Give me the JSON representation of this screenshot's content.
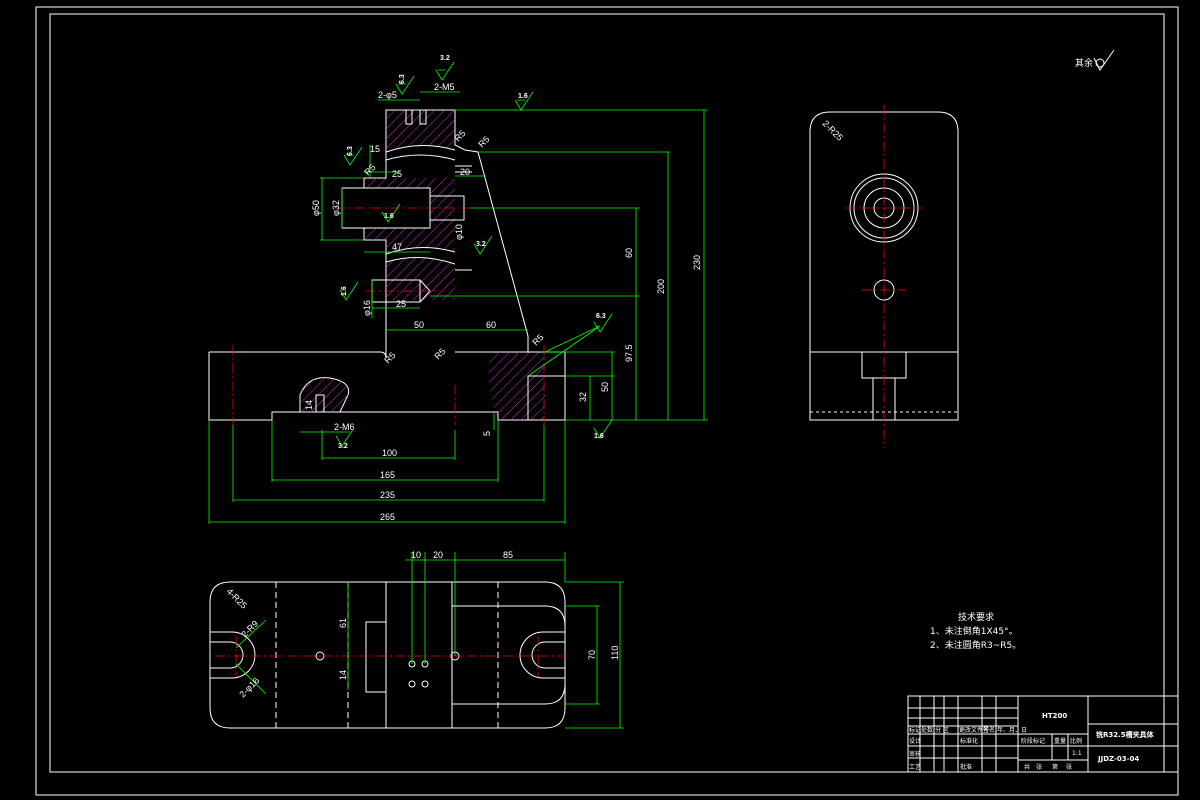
{
  "colors": {
    "background": "#000000",
    "outline": "#ffffff",
    "dimension": "#00ff00",
    "centerline": "#ff0000",
    "hatch": "#cc33cc"
  },
  "corner_note": "其余",
  "front_view": {
    "roughness": [
      "3.2",
      "6.3",
      "1.6",
      "6.3",
      "1.6",
      "3.2",
      "1.6",
      "6.3",
      "3.2",
      "1.6"
    ],
    "holes_top": [
      "2-φ5",
      "2-M5"
    ],
    "chamfers": [
      "R5",
      "R5",
      "R5",
      "R5",
      "R5",
      "R5"
    ],
    "dims": {
      "d15": "15",
      "d20": "20",
      "d25": "25",
      "phi50": "φ50",
      "phi32": "φ32",
      "d47": "47",
      "phi10": "φ10",
      "phi16": "φ16",
      "d25b": "25",
      "d50": "50",
      "d60": "60",
      "d60v": "60",
      "d200": "200",
      "d230": "230",
      "d975": "97.5",
      "d50v": "50",
      "d32": "32",
      "d5": "5",
      "d14": "14",
      "m6": "2-M6",
      "d100": "100",
      "d165": "165",
      "d235": "235",
      "d265": "265"
    }
  },
  "bottom_view": {
    "dims": {
      "d10": "10",
      "d20": "20",
      "d85": "85",
      "d61": "61",
      "d14": "14",
      "d70": "70",
      "d110": "110",
      "r25": "4-R25",
      "r9": "2-R9",
      "phi16": "2-φ16"
    }
  },
  "side_view": {
    "r25": "2-R25"
  },
  "tech_requirements": {
    "title": "技术要求",
    "items": [
      "1、未注倒角1X45°。",
      "2、未注圆角R3~R5。"
    ]
  },
  "title_block": {
    "material": "HT200",
    "name": "铣R32.5槽夹具体",
    "drawing_no": "JJDZ-03-04",
    "scale": "1:1",
    "headers": [
      "标记",
      "处数",
      "分 区",
      "更改文件号",
      "签名",
      "年、月、日"
    ],
    "rows": [
      "设计",
      "审核",
      "工艺"
    ],
    "std": "标准化",
    "approve": "批准",
    "stage": "阶段标记",
    "weight": "重量",
    "ratio": "比例",
    "sheets": [
      "共",
      "张",
      "第",
      "张"
    ]
  }
}
